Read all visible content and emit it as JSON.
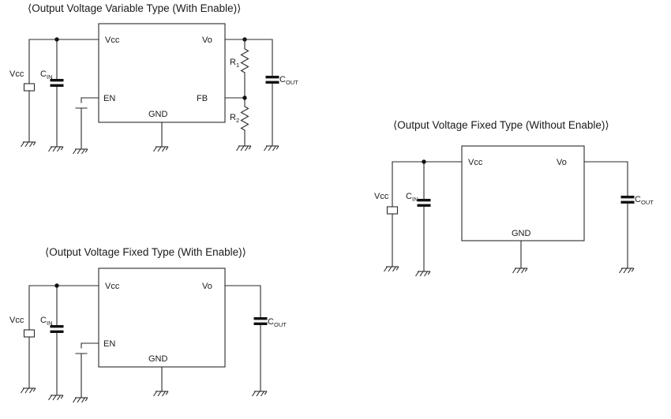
{
  "colors": {
    "wire": "#2a2a2a",
    "text": "#1a1a1a",
    "component_fill": "#111111",
    "background": "#ffffff"
  },
  "circuit1": {
    "title": "⟨Output Voltage Variable Type (With Enable)⟩",
    "pins": {
      "vcc": "Vcc",
      "vo": "Vo",
      "en": "EN",
      "fb": "FB",
      "gnd": "GND"
    },
    "supply": "Vcc",
    "cin": {
      "main": "C",
      "sub": "IN"
    },
    "cout": {
      "main": "C",
      "sub": "OUT"
    },
    "r1": {
      "main": "R",
      "sub": "1"
    },
    "r2": {
      "main": "R",
      "sub": "2"
    }
  },
  "circuit2": {
    "title": "⟨Output Voltage Fixed Type (Without Enable)⟩",
    "pins": {
      "vcc": "Vcc",
      "vo": "Vo",
      "gnd": "GND"
    },
    "supply": "Vcc",
    "cin": {
      "main": "C",
      "sub": "IN"
    },
    "cout": {
      "main": "C",
      "sub": "OUT"
    }
  },
  "circuit3": {
    "title": "⟨Output Voltage Fixed Type (With Enable)⟩",
    "pins": {
      "vcc": "Vcc",
      "vo": "Vo",
      "en": "EN",
      "gnd": "GND"
    },
    "supply": "Vcc",
    "cin": {
      "main": "C",
      "sub": "IN"
    },
    "cout": {
      "main": "C",
      "sub": "OUT"
    }
  }
}
